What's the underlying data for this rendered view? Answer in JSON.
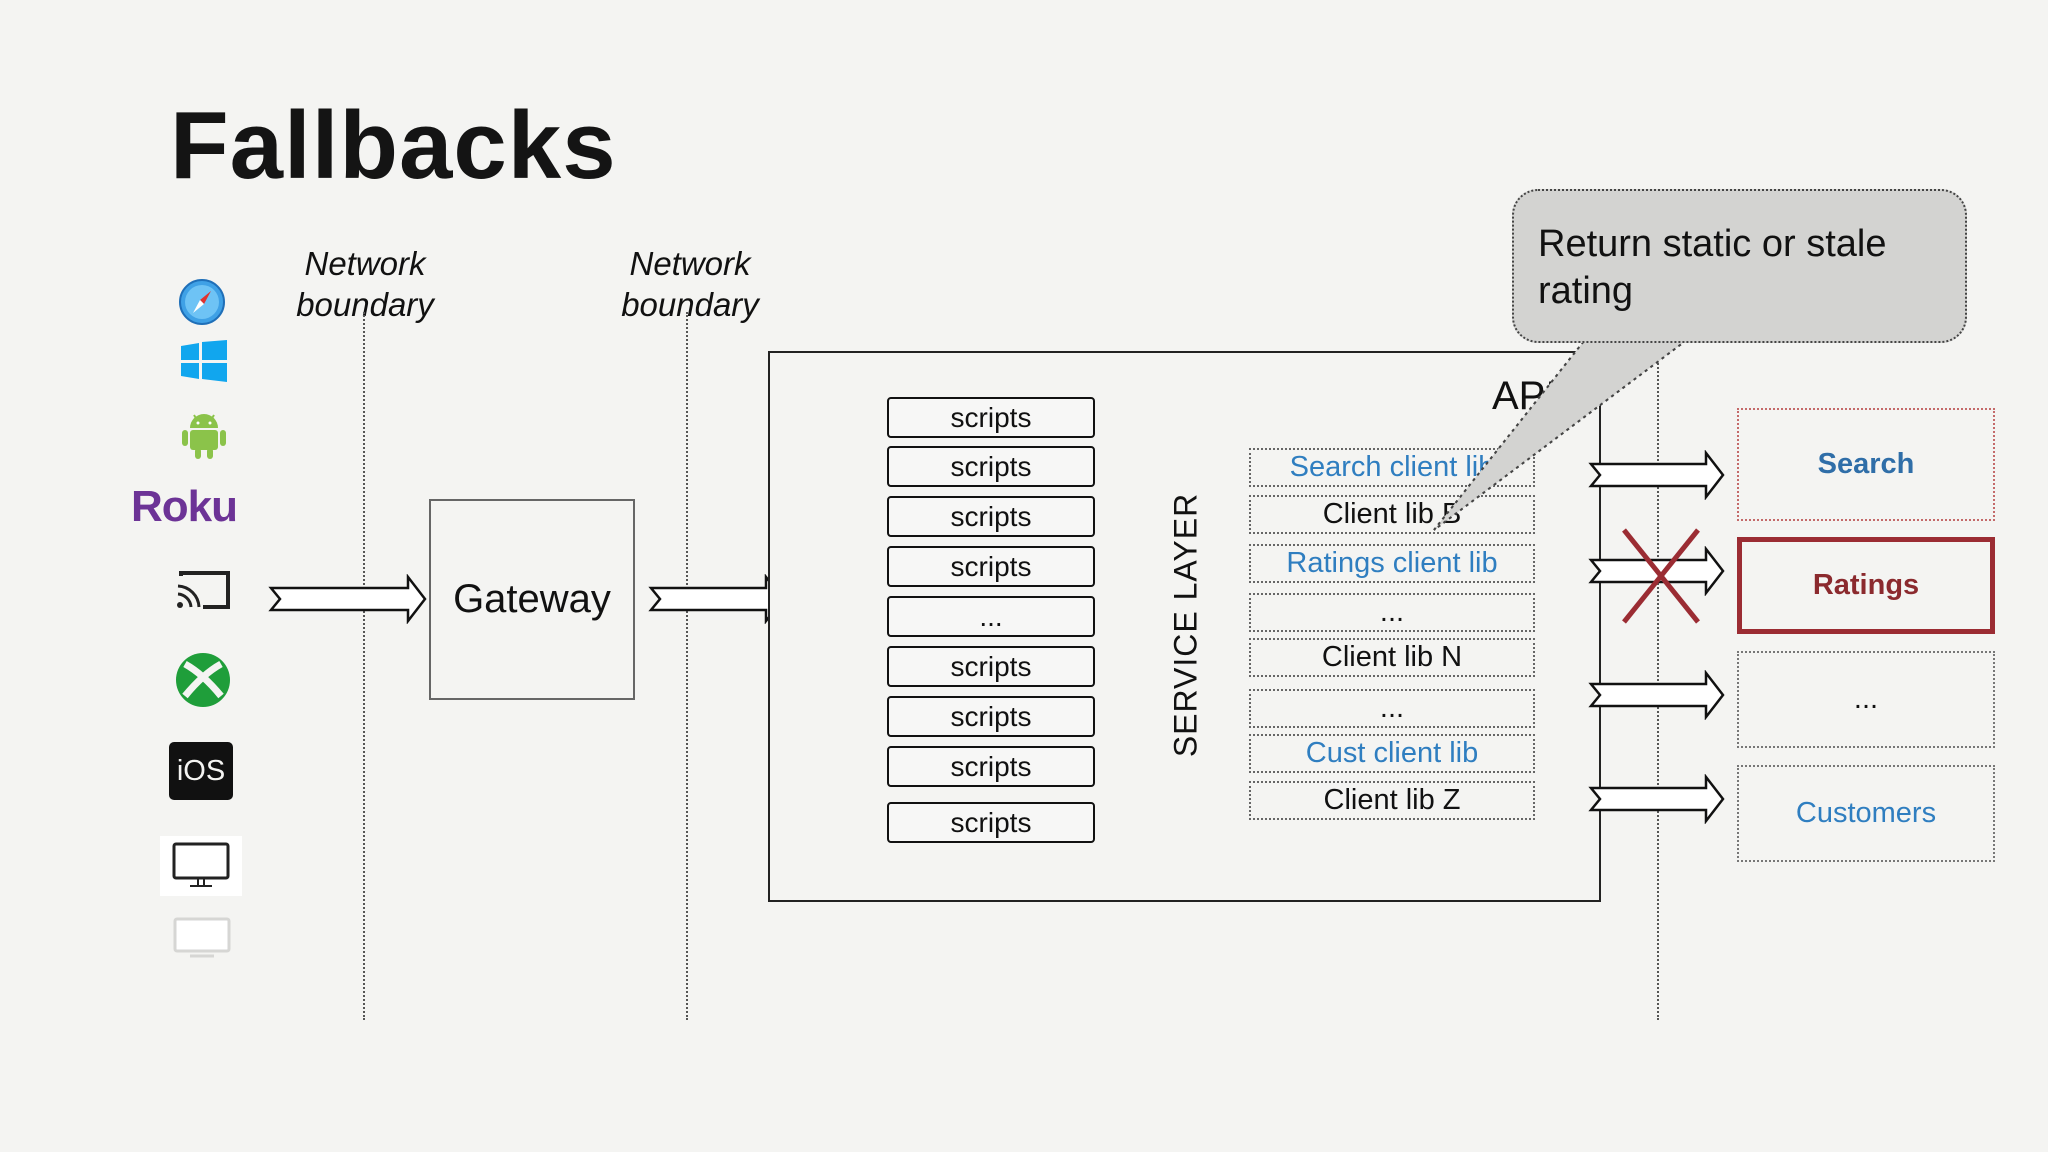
{
  "slide": {
    "title": "Fallbacks",
    "network_boundary_label_1": "Network\nboundary",
    "network_boundary_label_2": "Network\nboundary",
    "gateway_label": "Gateway",
    "api_label": "API",
    "service_layer_label": "SERVICE LAYER",
    "callout_text": "Return static or stale rating"
  },
  "devices": [
    {
      "name": "safari-icon"
    },
    {
      "name": "windows-icon"
    },
    {
      "name": "android-icon"
    },
    {
      "name": "roku-logo",
      "text": "Roku"
    },
    {
      "name": "cast-icon"
    },
    {
      "name": "xbox-icon"
    },
    {
      "name": "ios-logo",
      "text": "iOS"
    },
    {
      "name": "monitor-icon"
    },
    {
      "name": "tv-icon"
    }
  ],
  "scripts": [
    "scripts",
    "scripts",
    "scripts",
    "scripts",
    "...",
    "scripts",
    "scripts",
    "scripts",
    "scripts"
  ],
  "client_libs": [
    {
      "label": "Search client lib",
      "color": "#2f7ec0"
    },
    {
      "label": "Client lib B",
      "color": "#111111"
    },
    {
      "label": "Ratings client lib",
      "color": "#2f7ec0"
    },
    {
      "label": "...",
      "color": "#111111"
    },
    {
      "label": "Client lib N",
      "color": "#111111"
    },
    {
      "label": "...",
      "color": "#111111"
    },
    {
      "label": "Cust client lib",
      "color": "#2f7ec0"
    },
    {
      "label": "Client lib Z",
      "color": "#111111"
    }
  ],
  "services": [
    {
      "label": "Search",
      "color": "#2f6ea8",
      "bold": true,
      "failed": false
    },
    {
      "label": "Ratings",
      "color": "#8b2a2e",
      "bold": true,
      "failed": true
    },
    {
      "label": "...",
      "color": "#111111",
      "bold": false,
      "failed": false
    },
    {
      "label": "Customers",
      "color": "#2f7ec0",
      "bold": false,
      "failed": false
    }
  ],
  "colors": {
    "accent_blue": "#2f7ec0",
    "failed_red": "#9b2c33",
    "roku_purple": "#6c3396",
    "callout_fill": "#d3d3d1"
  }
}
